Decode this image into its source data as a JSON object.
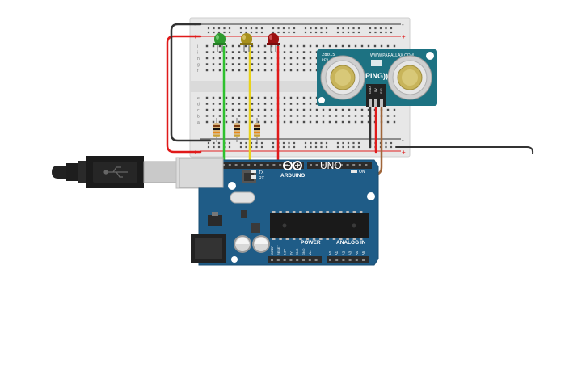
{
  "breadboard": {
    "rail_plus": "+",
    "rail_minus": "-",
    "row_letters_top": [
      "j",
      "i",
      "h",
      "g",
      "f"
    ],
    "row_letters_bottom": [
      "e",
      "d",
      "c",
      "b",
      "a"
    ],
    "column_count": 30
  },
  "arduino": {
    "logo": "ARDUINO",
    "model": "UNO",
    "tx": "TX",
    "rx": "RX",
    "on": "ON",
    "power_label": "POWER",
    "analog_label": "ANALOG IN",
    "power_pins": [
      "IOREF",
      "RESET",
      "3.3V",
      "5V",
      "GND",
      "GND",
      "Vin"
    ],
    "analog_pins": [
      "A0",
      "A1",
      "A2",
      "A3",
      "A4",
      "A5"
    ]
  },
  "sensor": {
    "part_no": "28015",
    "rev": "REV C",
    "site": "WWW.PARALLAX.COM",
    "name": "PING)))",
    "pins": [
      "GND",
      "5V",
      "SIG"
    ]
  },
  "leds": [
    {
      "name": "green",
      "color": "#2e9a2e"
    },
    {
      "name": "yellow",
      "color": "#a8901c"
    },
    {
      "name": "red",
      "color": "#9c1010"
    }
  ],
  "colors": {
    "board_blue": "#1f5c87",
    "breadboard": "#e7e7e7",
    "sensor_teal": "#1d7282",
    "wire_red": "#e01a1a",
    "wire_black": "#333333",
    "wire_green": "#2ec12e",
    "wire_yellow": "#e8d21a",
    "wire_brown": "#a0663a"
  }
}
